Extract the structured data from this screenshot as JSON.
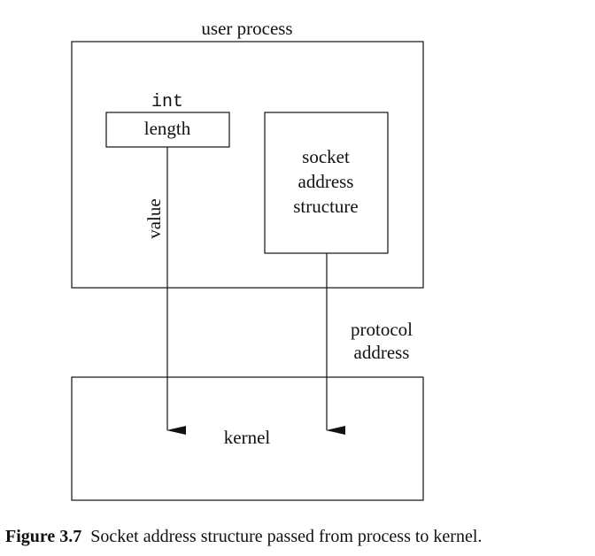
{
  "diagram": {
    "user_process_label": "user process",
    "int_type_label": "int",
    "length_box_label": "length",
    "value_arrow_label": "value",
    "socket_box_lines": [
      "socket",
      "address",
      "structure"
    ],
    "protocol_address_lines": [
      "protocol",
      "address"
    ],
    "kernel_label": "kernel"
  },
  "caption": {
    "figure_number": "Figure 3.7",
    "text": "Socket address structure passed from process to kernel."
  }
}
